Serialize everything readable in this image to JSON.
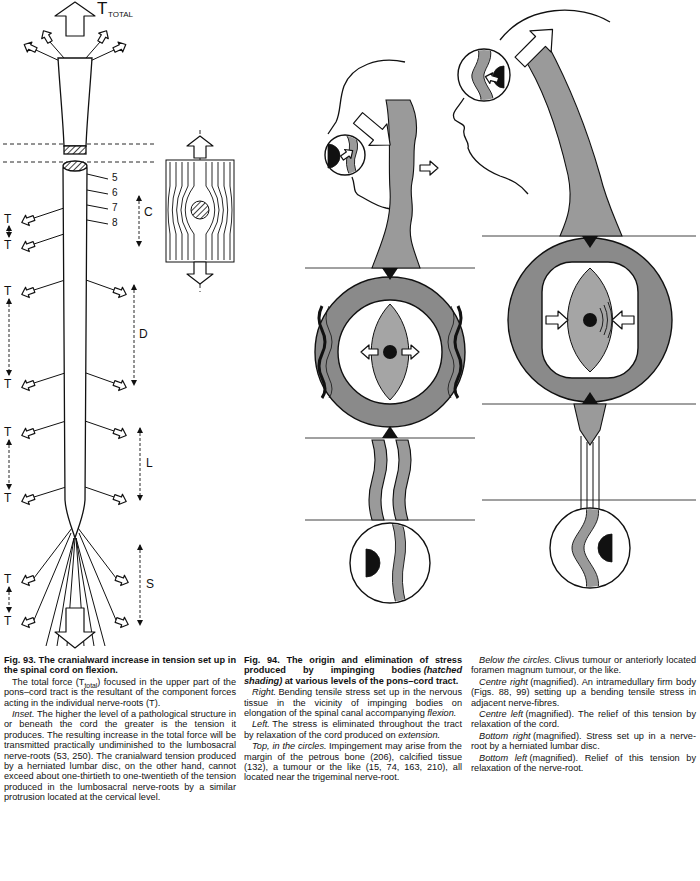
{
  "diagram": {
    "labels": [
      "T",
      "TOTAL",
      "5",
      "6",
      "7",
      "8",
      "T",
      "T",
      "C",
      "T",
      "T",
      "D",
      "T",
      "T",
      "L",
      "T",
      "T",
      "S",
      "Fig. 93. The cranialward increase in tension set up in the spinal cord on flexion.",
      "The total force (T",
      "total",
      ") focused in the upper part of the pons–cord tract is the resultant of the component forces acting in the individual nerve-roots (T).",
      "Inset.",
      "The higher the level of a pathological structure in or beneath the cord the greater is the tension it produces. The resulting increase in the total force will be transmitted practically undiminished to the lumbosacral nerve-roots (53, 250). The cranialward tension produced by a herniated lumbar disc, on the other hand, cannot exceed about one-thirtieth to one-twentieth of the tension produced in the lumbosacral nerve-roots by a similar protrusion located at the cervical level.",
      "Fig. 94. The origin and elimination of stress produced by impinging bodies",
      "(hatched shading)",
      "at various levels of the pons–cord tract.",
      "Right.",
      "Bending tensile stress set up in the nervous tissue in the vicinity of impinging bodies on elongation of the spinal canal accompanying",
      "flexion.",
      "Left.",
      "The stress is eliminated throughout the tract by relaxation of the cord produced on",
      "extension.",
      "Top, in the circles.",
      "Impingement may arise from the margin of the petrous bone (206), calcified tissue (132), a tumour or the like (15, 74, 163, 210), all located near the trigeminal nerve-root.",
      "Below the circles.",
      "Clivus tumour or anteriorly located foramen magnum tumour, or the like.",
      "Centre right",
      "(magnified). An intramedullary firm body (Figs. 88, 99) setting up a bending tensile stress in adjacent nerve-fibres.",
      "Centre left",
      "(magnified). The relief of this tension by relaxation of the cord.",
      "Bottom right",
      "(magnified). Stress set up in a nerve-root by a herniated lumbar disc.",
      "Bottom left",
      "(magnified). Relief of this tension by relaxation of the nerve-root."
    ]
  }
}
